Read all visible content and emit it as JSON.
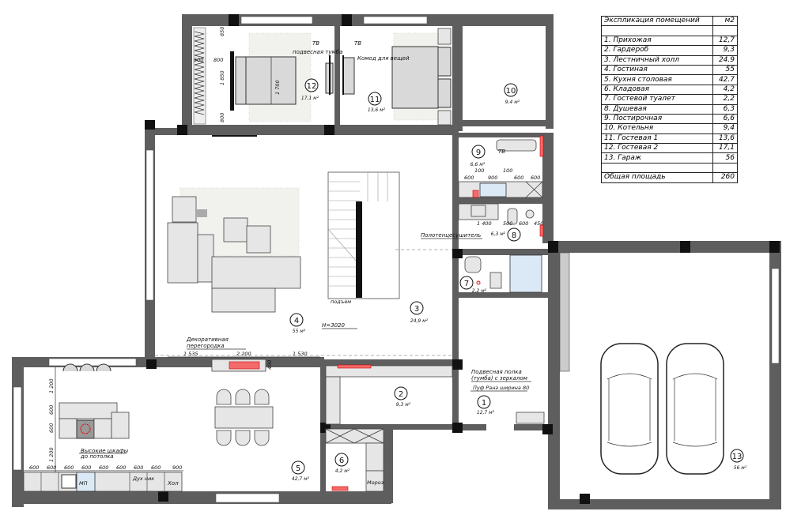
{
  "explication": {
    "title": "Экспликация помещений",
    "unit": "м2",
    "rows": [
      {
        "name": "1.  Прихожая",
        "area": "12,7"
      },
      {
        "name": "2.  Гардероб",
        "area": "9,3"
      },
      {
        "name": "3.  Лестничный холл",
        "area": "24.9"
      },
      {
        "name": "4.  Гостиная",
        "area": "55"
      },
      {
        "name": "5.  Кухня столовая",
        "area": "42.7"
      },
      {
        "name": "6.  Кладовая",
        "area": "4,2"
      },
      {
        "name": "7.  Гостевой туалет",
        "area": "2,2"
      },
      {
        "name": "8.  Душевая",
        "area": "6,3"
      },
      {
        "name": "9.  Постирочная",
        "area": "6,6"
      },
      {
        "name": "10. Котельня",
        "area": "9,4"
      },
      {
        "name": "11. Гостевая 1",
        "area": "13,6"
      },
      {
        "name": "12. Гостевая 2",
        "area": "17,1"
      },
      {
        "name": "13. Гараж",
        "area": "56"
      }
    ],
    "total_label": "Общая площадь",
    "total_value": "260"
  },
  "rooms": {
    "r1": {
      "num": "1",
      "area": "12,7 м²"
    },
    "r2": {
      "num": "2",
      "area": "9,3 м²"
    },
    "r3": {
      "num": "3",
      "area": "24,9 м²"
    },
    "r4": {
      "num": "4",
      "area": "55 м²"
    },
    "r5": {
      "num": "5",
      "area": "42,7 м²"
    },
    "r6": {
      "num": "6",
      "area": "4,2 м²"
    },
    "r7": {
      "num": "7",
      "area": "2,2 м²"
    },
    "r8": {
      "num": "8",
      "area": "6,3 м²"
    },
    "r9": {
      "num": "9",
      "area": "6,6 м²"
    },
    "r10": {
      "num": "10",
      "area": "9,4 м²"
    },
    "r11": {
      "num": "11",
      "area": "13,6 м²"
    },
    "r12": {
      "num": "12",
      "area": "17,1 м²"
    },
    "r13": {
      "num": "13",
      "area": "56 м²"
    }
  },
  "notes": {
    "tv1": "ТВ",
    "hanging_stand": "подвесная тумба",
    "tv2": "ТВ",
    "dresser": "Комод для вещей",
    "tv3": "ТВ",
    "partition_1": "Декоративная",
    "partition_2": "перегородка",
    "cabinets_1": "Высокие шкафы",
    "cabinets_2": "до потолка",
    "towel": "Полотенцесушитель",
    "shelf_1": "Подвесная полка",
    "shelf_2": "(тумба) с зеркалом",
    "pouf": "Пуф Ранэ ширина 80",
    "height": "H=3020",
    "stairs_up": "подъем",
    "mp": "МП",
    "oven": "Дух ник",
    "fridge": "Хол",
    "freezer": "Мороз"
  },
  "dims": {
    "b12_850": "850",
    "b12_1850": "1 850",
    "b12_800": "800",
    "b12_800h": "800",
    "b12_500": "500",
    "bed_1700": "1 700",
    "p_1535": "1 535",
    "p_2200": "2 200",
    "p_1530": "1 530",
    "p_400": "400",
    "k_1200a": "1 200",
    "k_600a": "600",
    "k_600b": "600",
    "k_1200b": "1 200",
    "k_row": [
      "600",
      "600",
      "600",
      "600",
      "600",
      "600",
      "600",
      "600",
      "900"
    ],
    "l_600a": "600",
    "l_100a": "100",
    "l_900": "900",
    "l_100b": "100",
    "l_600b": "600",
    "l_600c": "600",
    "s_1400": "1 400",
    "s_500": "500",
    "s_600": "600",
    "s_450": "450"
  }
}
